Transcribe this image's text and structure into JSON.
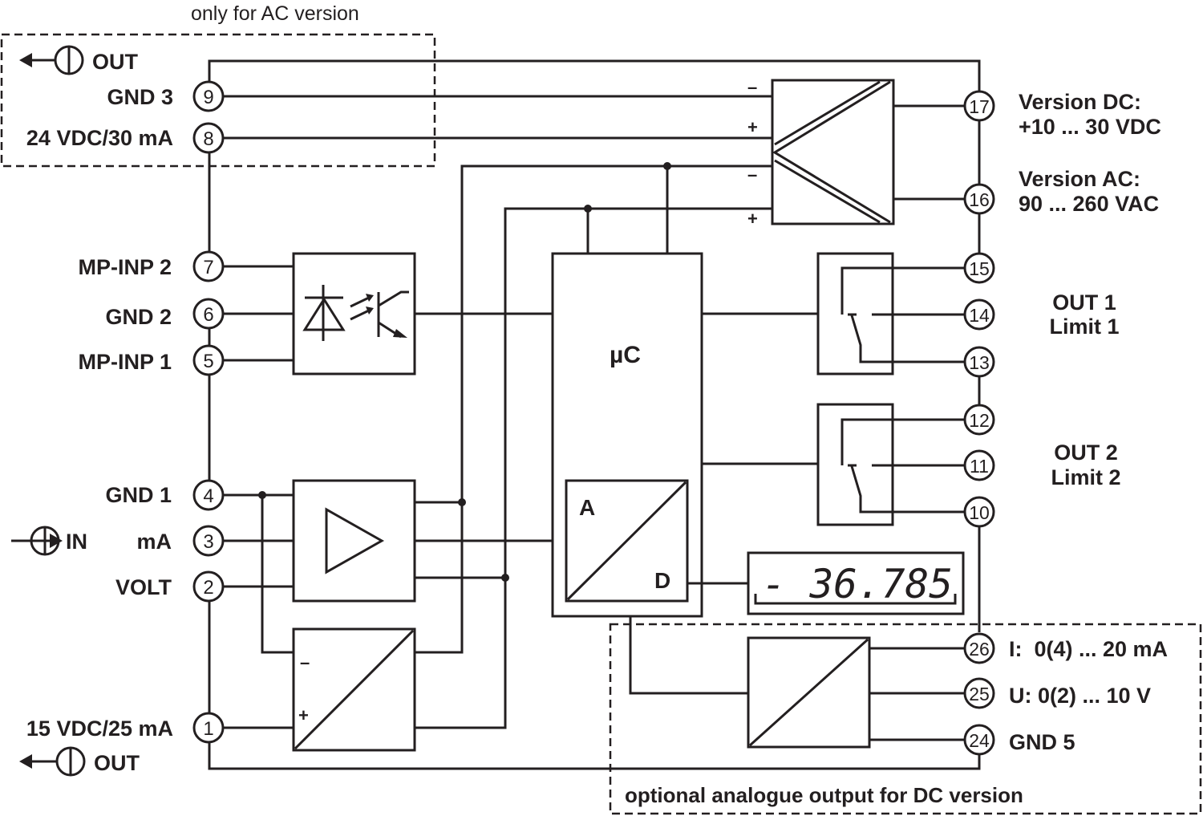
{
  "notes": {
    "ac_top": "only for AC version",
    "dc_bottom": "optional analogue output for DC version"
  },
  "left_terminals": [
    {
      "num": "9",
      "label": "GND 3"
    },
    {
      "num": "8",
      "label": "24 VDC/30 mA"
    },
    {
      "num": "7",
      "label": "MP-INP 2"
    },
    {
      "num": "6",
      "label": "GND 2"
    },
    {
      "num": "5",
      "label": "MP-INP 1"
    },
    {
      "num": "4",
      "label": "GND 1"
    },
    {
      "num": "3",
      "label": "mA"
    },
    {
      "num": "2",
      "label": "VOLT"
    },
    {
      "num": "1",
      "label": "15 VDC/25 mA"
    }
  ],
  "arrows": {
    "out_top": "OUT",
    "in": "IN",
    "out_bottom": "OUT"
  },
  "right_terminals": [
    {
      "num": "17"
    },
    {
      "num": "16"
    },
    {
      "num": "15"
    },
    {
      "num": "14"
    },
    {
      "num": "13"
    },
    {
      "num": "12"
    },
    {
      "num": "11"
    },
    {
      "num": "10"
    },
    {
      "num": "26"
    },
    {
      "num": "25"
    },
    {
      "num": "24"
    }
  ],
  "right_labels": {
    "dc_title": "Version DC:",
    "dc_range": "+10 ... 30 VDC",
    "ac_title": "Version AC:",
    "ac_range": "90 ... 260 VAC",
    "out1": "OUT 1",
    "limit1": "Limit 1",
    "out2": "OUT 2",
    "limit2": "Limit 2",
    "i_out": "I:  0(4) ... 20 mA",
    "u_out": "U: 0(2) ... 10 V",
    "gnd5": "GND 5"
  },
  "blocks": {
    "uc": "µC",
    "adc_a": "A",
    "adc_d": "D",
    "minus": "–",
    "plus": "+"
  },
  "display": {
    "reading": "- 36.785"
  }
}
